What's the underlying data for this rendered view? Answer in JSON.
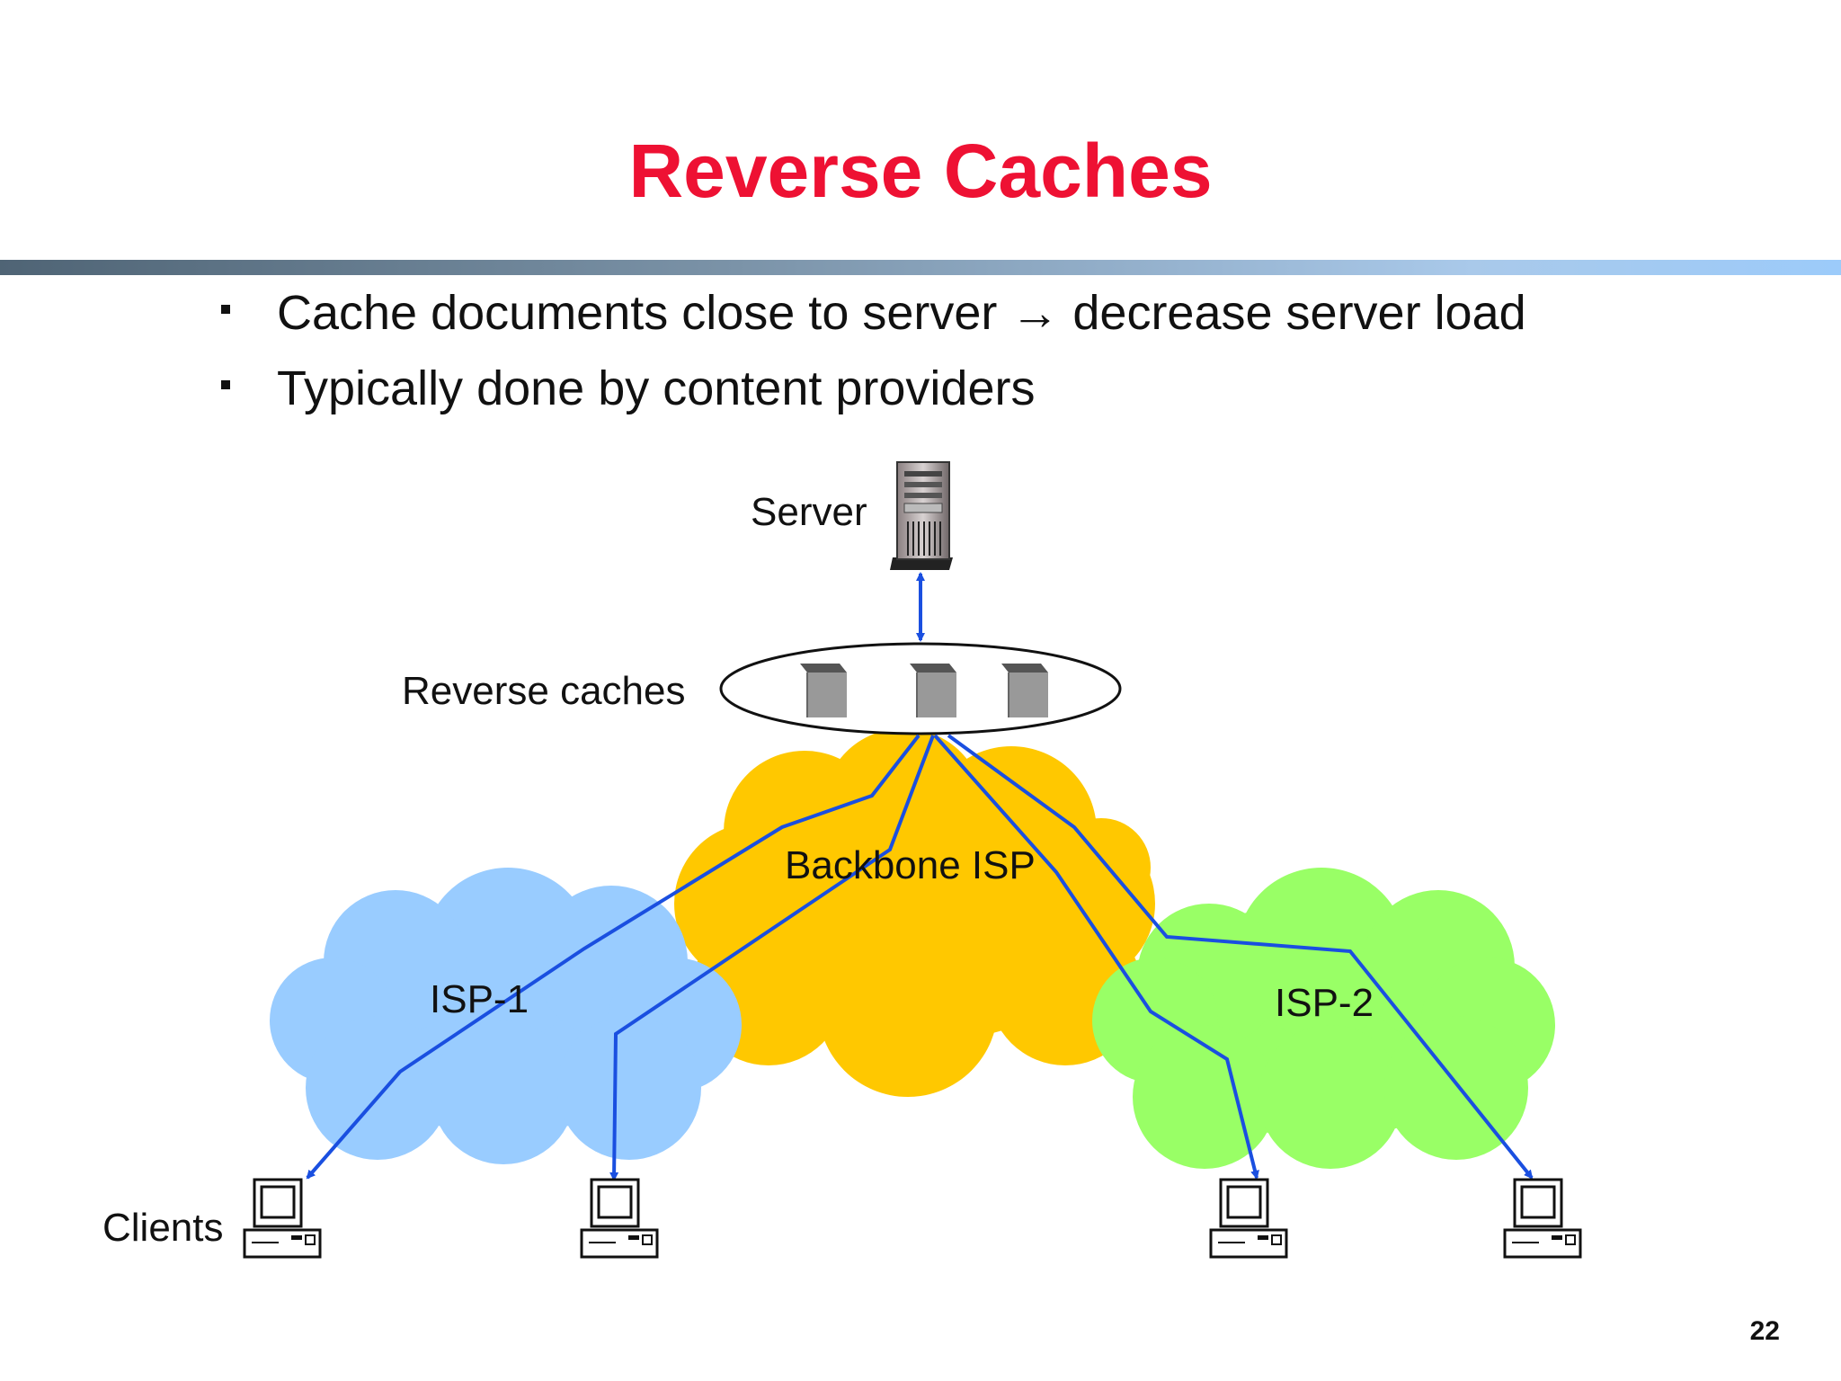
{
  "slide": {
    "title": "Reverse Caches",
    "bullets": [
      "Cache documents close to server → decrease server load",
      "Typically done by content providers"
    ],
    "page_number": "22"
  },
  "diagram": {
    "labels": {
      "server": "Server",
      "reverse_caches": "Reverse caches",
      "backbone": "Backbone ISP",
      "isp1": "ISP-1",
      "isp2": "ISP-2",
      "clients": "Clients"
    },
    "colors": {
      "title": "#ee1133",
      "backbone_cloud": "#ffc800",
      "isp1_cloud": "#99ccff",
      "isp2_cloud": "#99ff66",
      "link": "#1a4fe0"
    }
  }
}
